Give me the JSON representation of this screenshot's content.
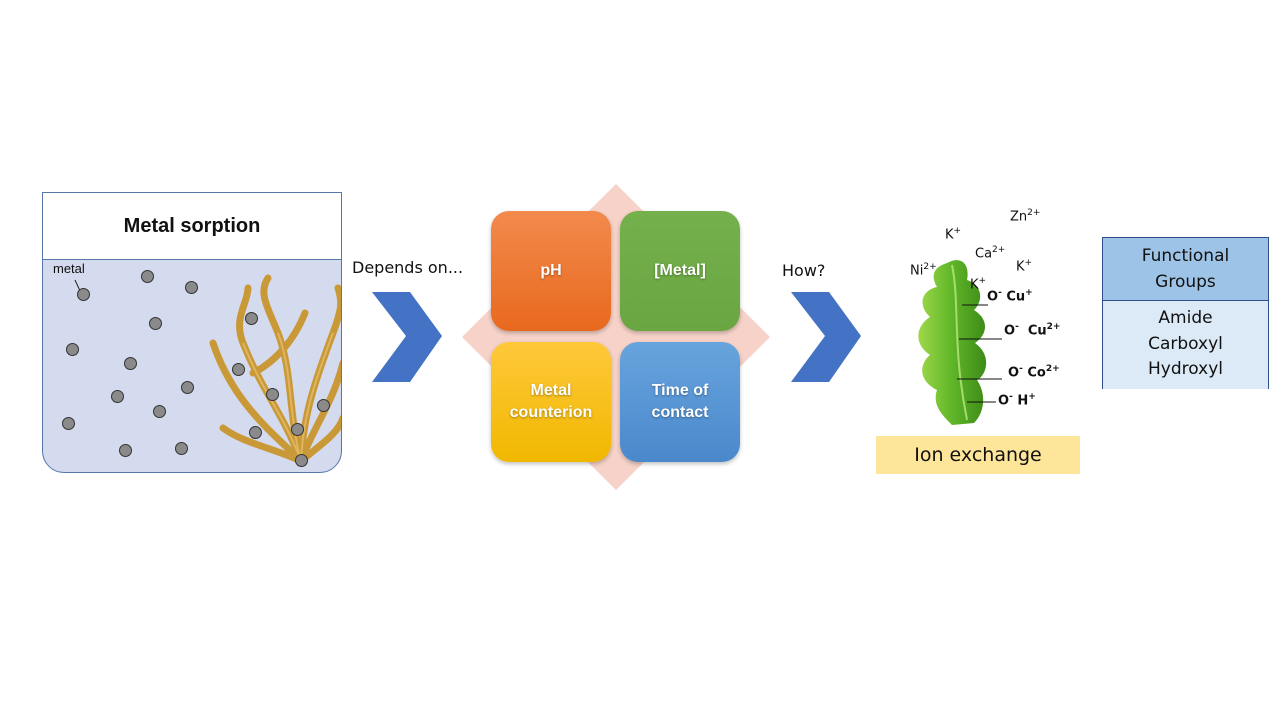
{
  "beaker": {
    "title": "Metal sorption",
    "metal_label": "metal"
  },
  "arrow1": {
    "label": "Depends on..."
  },
  "factors": [
    {
      "label": "pH",
      "color": "#ee7430"
    },
    {
      "label": "[Metal]",
      "color": "#70ad47"
    },
    {
      "label": "Metal counterion",
      "color": "#ffc000"
    },
    {
      "label": "Time of contact",
      "color": "#5b9bd5"
    }
  ],
  "arrow2": {
    "label": "How?"
  },
  "ion_exchange": {
    "free_ions": [
      {
        "base": "Zn",
        "charge": "2+"
      },
      {
        "base": "K",
        "charge": "+"
      },
      {
        "base": "Ca",
        "charge": "2+"
      },
      {
        "base": "Ni",
        "charge": "2+"
      },
      {
        "base": "K",
        "charge": "+"
      },
      {
        "base": "K",
        "charge": "+"
      }
    ],
    "bound_ions": [
      {
        "site": "O",
        "site_charge": "-",
        "ion": "Cu",
        "charge": "+"
      },
      {
        "site": "O",
        "site_charge": "-",
        "ion": "Cu",
        "charge": "2+"
      },
      {
        "site": "O",
        "site_charge": "-",
        "ion": "Co",
        "charge": "2+"
      },
      {
        "site": "O",
        "site_charge": "-",
        "ion": "H",
        "charge": "+"
      }
    ],
    "label": "Ion exchange"
  },
  "functional_groups": {
    "header_line1": "Functional",
    "header_line2": "Groups",
    "items": [
      "Amide",
      "Carboxyl",
      "Hydroxyl"
    ]
  }
}
